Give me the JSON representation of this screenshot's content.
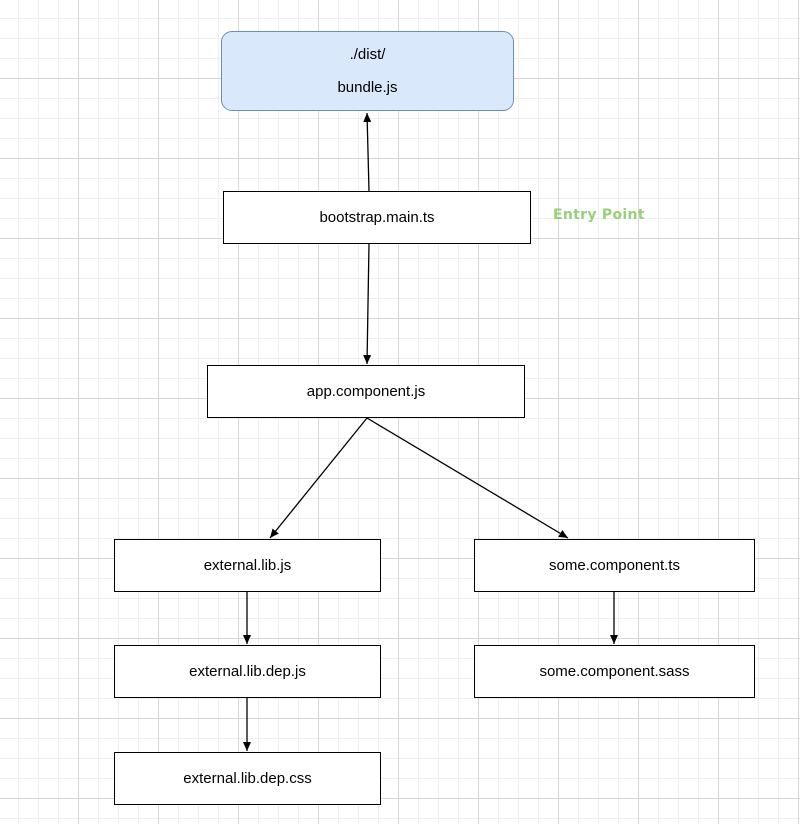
{
  "colors": {
    "bundle_fill": "#dae8fc",
    "bundle_stroke": "#6c8ebf",
    "annotation": "#97d077",
    "edge": "#000000"
  },
  "nodes": {
    "bundle": {
      "line1": "./dist/",
      "line2": "bundle.js"
    },
    "main": {
      "label": "bootstrap.main.ts"
    },
    "app": {
      "label": "app.component.js"
    },
    "external_lib": {
      "label": "external.lib.js"
    },
    "external_lib_dep": {
      "label": "external.lib.dep.js"
    },
    "external_lib_dep_css": {
      "label": "external.lib.dep.css"
    },
    "some_component": {
      "label": "some.component.ts"
    },
    "some_component_sass": {
      "label": "some.component.sass"
    }
  },
  "annotation": {
    "label": "Entry Point"
  },
  "edges": [
    {
      "from": "main",
      "to": "bundle"
    },
    {
      "from": "main",
      "to": "app"
    },
    {
      "from": "app",
      "to": "external_lib"
    },
    {
      "from": "app",
      "to": "some_component"
    },
    {
      "from": "external_lib",
      "to": "external_lib_dep"
    },
    {
      "from": "external_lib_dep",
      "to": "external_lib_dep_css"
    },
    {
      "from": "some_component",
      "to": "some_component_sass"
    }
  ]
}
